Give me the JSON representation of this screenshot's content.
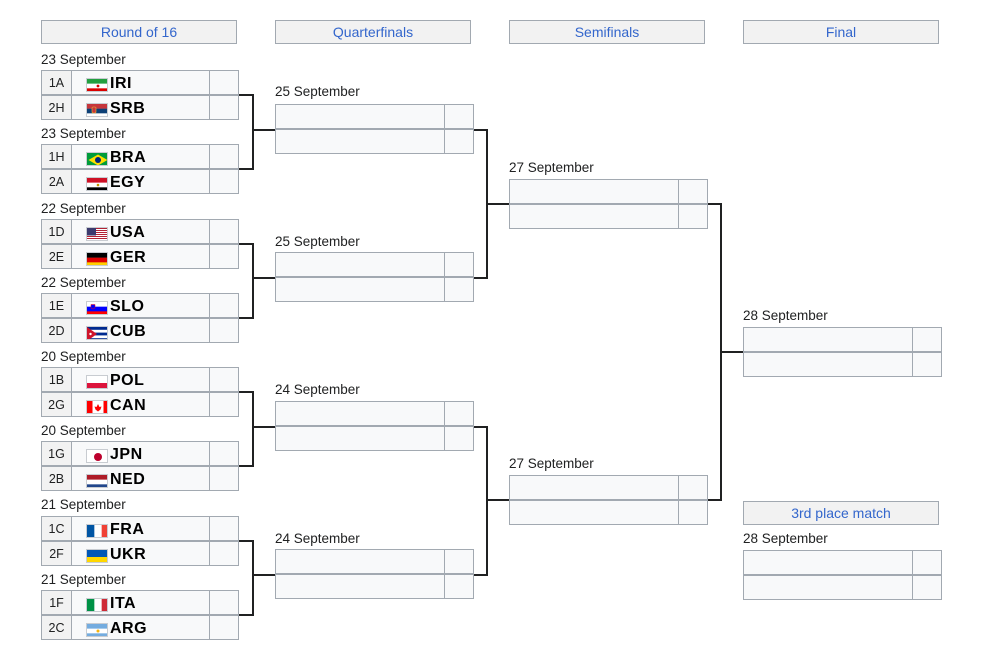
{
  "headers": {
    "r16": "Round of 16",
    "qf": "Quarterfinals",
    "sf": "Semifinals",
    "final": "Final",
    "third": "3rd place match"
  },
  "dates": {
    "r16_1": "23 September",
    "r16_2": "23 September",
    "r16_3": "22 September",
    "r16_4": "22 September",
    "r16_5": "20 September",
    "r16_6": "20 September",
    "r16_7": "21 September",
    "r16_8": "21 September",
    "qf_1": "25 September",
    "qf_2": "25 September",
    "qf_3": "24 September",
    "qf_4": "24 September",
    "sf_1": "27 September",
    "sf_2": "27 September",
    "final": "28 September",
    "third": "28 September"
  },
  "r16": [
    {
      "seed": "1A",
      "team": "IRI",
      "flag": "iran-flag-icon"
    },
    {
      "seed": "2H",
      "team": "SRB",
      "flag": "serbia-flag-icon"
    },
    {
      "seed": "1H",
      "team": "BRA",
      "flag": "brazil-flag-icon"
    },
    {
      "seed": "2A",
      "team": "EGY",
      "flag": "egypt-flag-icon"
    },
    {
      "seed": "1D",
      "team": "USA",
      "flag": "usa-flag-icon"
    },
    {
      "seed": "2E",
      "team": "GER",
      "flag": "germany-flag-icon"
    },
    {
      "seed": "1E",
      "team": "SLO",
      "flag": "slovenia-flag-icon"
    },
    {
      "seed": "2D",
      "team": "CUB",
      "flag": "cuba-flag-icon"
    },
    {
      "seed": "1B",
      "team": "POL",
      "flag": "poland-flag-icon"
    },
    {
      "seed": "2G",
      "team": "CAN",
      "flag": "canada-flag-icon"
    },
    {
      "seed": "1G",
      "team": "JPN",
      "flag": "japan-flag-icon"
    },
    {
      "seed": "2B",
      "team": "NED",
      "flag": "netherlands-flag-icon"
    },
    {
      "seed": "1C",
      "team": "FRA",
      "flag": "france-flag-icon"
    },
    {
      "seed": "2F",
      "team": "UKR",
      "flag": "ukraine-flag-icon"
    },
    {
      "seed": "1F",
      "team": "ITA",
      "flag": "italy-flag-icon"
    },
    {
      "seed": "2C",
      "team": "ARG",
      "flag": "argentina-flag-icon"
    }
  ],
  "colors": {
    "header_bg": "#f2f2f2",
    "header_text": "#3366cc",
    "border": "#a2a9b1",
    "slot_bg": "#f8f9fa",
    "line": "#202122"
  }
}
